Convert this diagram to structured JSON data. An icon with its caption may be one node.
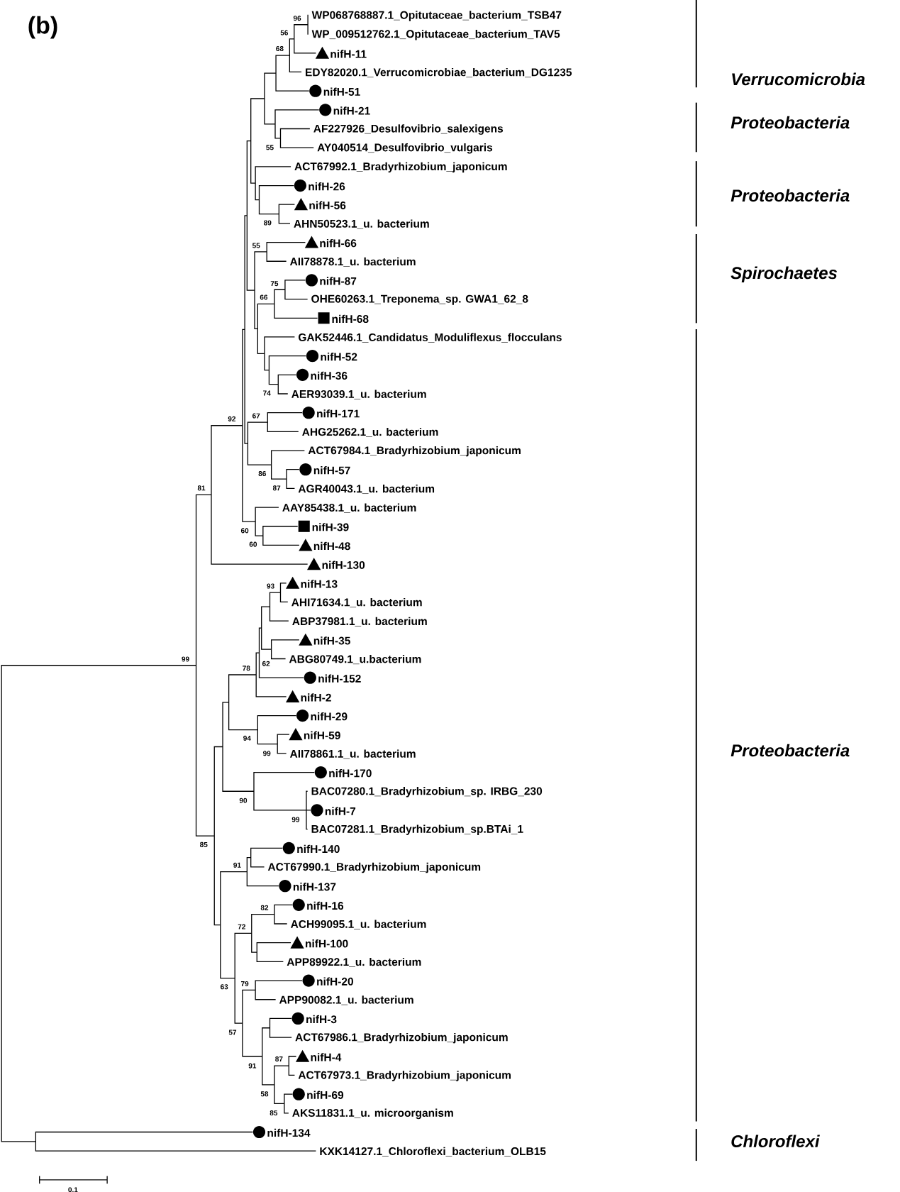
{
  "diagram": {
    "labels": [
      "(b)",
      "WP068768887.1_Opitutaceae_bacterium_TSB47",
      "WP_009512762.1_Opitutaceae_bacterium_TAV5",
      "nifH-11",
      "EDY82020.1_Verrucomicrobiae_bacterium_DG1235",
      "nifH-51",
      "nifH-21",
      "AF227926_Desulfovibrio_salexigens",
      "AY040514_Desulfovibrio_vulgaris",
      "ACT67992.1_Bradyrhizobium_japonicum",
      "nifH-26",
      "nifH-56",
      "AHN50523.1_u. bacterium",
      "nifH-66",
      "AII78878.1_u. bacterium",
      "nifH-87",
      "OHE60263.1_Treponema_sp. GWA1_62_8",
      "nifH-68",
      "GAK52446.1_Candidatus_Moduliflexus_flocculans",
      "nifH-52",
      "nifH-36",
      "AER93039.1_u. bacterium",
      "nifH-171",
      "AHG25262.1_u. bacterium",
      "ACT67984.1_Bradyrhizobium_japonicum",
      "nifH-57",
      "AGR40043.1_u. bacterium",
      "AAY85438.1_u. bacterium",
      "nifH-39",
      "nifH-48",
      "nifH-130",
      "nifH-13",
      "AHI71634.1_u. bacterium",
      "ABP37981.1_u. bacterium",
      "nifH-35",
      "ABG80749.1_u.bacterium",
      "nifH-152",
      "nifH-2",
      "nifH-29",
      "nifH-59",
      "AII78861.1_u. bacterium",
      "nifH-170",
      "BAC07280.1_Bradyrhizobium_sp. IRBG_230",
      "nifH-7",
      "BAC07281.1_Bradyrhizobium_sp.BTAi_1",
      "nifH-140",
      "ACT67990.1_Bradyrhizobium_japonicum",
      "nifH-137",
      "nifH-16",
      "ACH99095.1_u. bacterium",
      "nifH-100",
      "APP89922.1_u. bacterium",
      "nifH-20",
      "APP90082.1_u. bacterium",
      "nifH-3",
      "ACT67986.1_Bradyrhizobium_japonicum",
      "nifH-4",
      "ACT67973.1_Bradyrhizobium_japonicum",
      "nifH-69",
      "AKS11831.1_u. microorganism",
      "nifH-134",
      "KXK14127.1_Chloroflexi_bacterium_OLB15",
      "96",
      "56",
      "68",
      "55",
      "89",
      "55",
      "75",
      "66",
      "74",
      "67",
      "92",
      "86",
      "81",
      "87",
      "60",
      "60",
      "93",
      "99",
      "62",
      "78",
      "94",
      "99",
      "90",
      "99",
      "85",
      "91",
      "82",
      "72",
      "79",
      "63",
      "57",
      "87",
      "91",
      "58",
      "85",
      "Verrucomicrobia",
      "Proteobacteria",
      "Proteobacteria",
      "Spirochaetes",
      "Proteobacteria",
      "Chloroflexi",
      "0.1"
    ]
  }
}
